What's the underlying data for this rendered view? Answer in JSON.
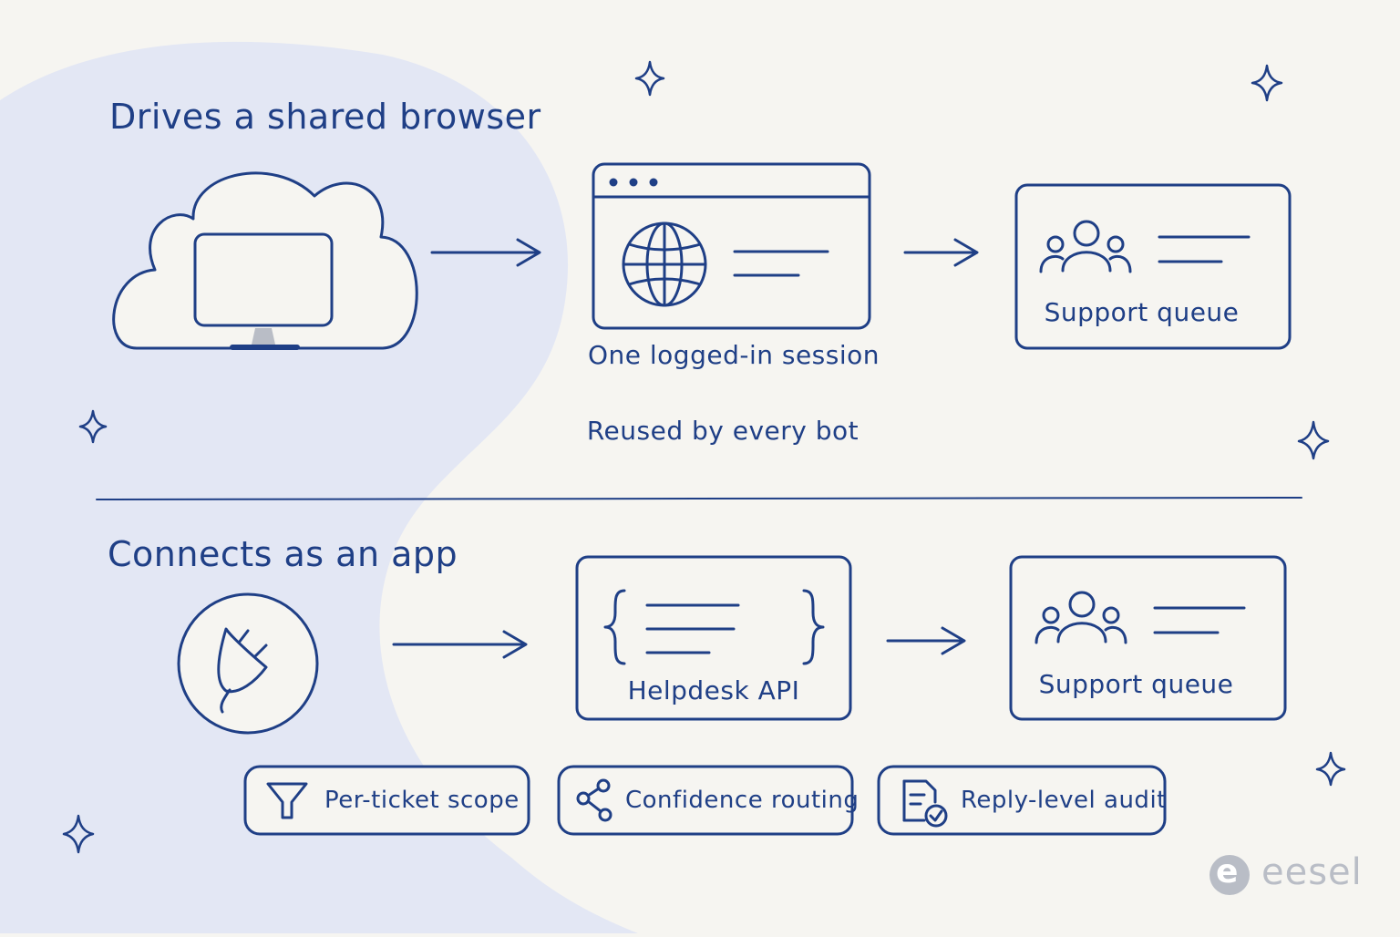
{
  "colors": {
    "background": "#f6f5f1",
    "blob": "#e3e7f4",
    "ink": "#1f3f86",
    "monitor_stand": "#b9bdc6",
    "logo": "#b9bdc6"
  },
  "top_section": {
    "heading": "Drives a shared browser",
    "source_icon": "cloud-monitor-icon",
    "browser_icon": "globe-icon",
    "session_caption": "One logged-in session",
    "queue_label": "Support queue",
    "queue_icon": "people-group-icon",
    "reuse_note": "Reused by every bot"
  },
  "bottom_section": {
    "heading": "Connects as an app",
    "source_icon": "plug-icon",
    "api_icon": "braces-icon",
    "api_label": "Helpdesk API",
    "queue_label": "Support queue",
    "queue_icon": "people-group-icon",
    "features": [
      {
        "label": "Per-ticket scope",
        "icon": "funnel-icon"
      },
      {
        "label": "Confidence routing",
        "icon": "share-nodes-icon"
      },
      {
        "label": "Reply-level audit",
        "icon": "document-check-icon"
      }
    ]
  },
  "branding": {
    "logo_letter": "e",
    "logo_text": "eesel"
  }
}
